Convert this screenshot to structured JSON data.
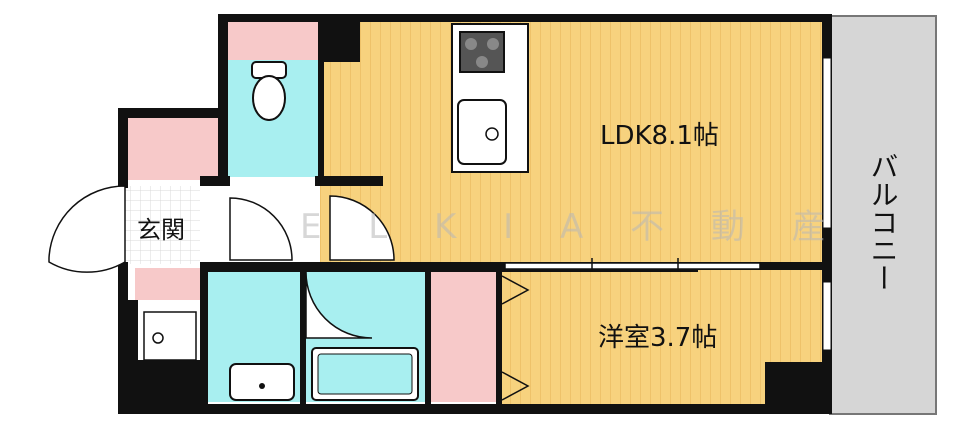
{
  "rooms": {
    "ldk": "LDK8.1帖",
    "western": "洋室3.7帖",
    "entrance": "玄関",
    "balcony": "バルコニー"
  },
  "watermark": "E L K I A 不 動 産",
  "colors": {
    "wall": "#111111",
    "floor_wood": "#f7d27e",
    "floor_wood_line": "#e9b75d",
    "wet_area": "#a8eff0",
    "pink": "#f7c9c9",
    "balcony": "#d6d6d6",
    "fixture": "#ffffff"
  }
}
